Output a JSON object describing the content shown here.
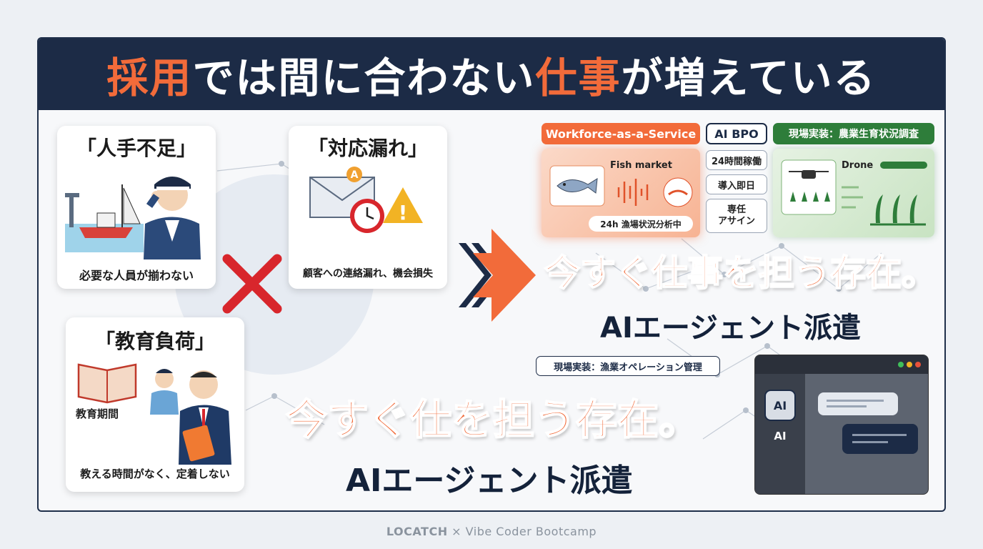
{
  "title": {
    "part1": "採用",
    "part2": "では間に合わない",
    "part3": "仕事",
    "part4": "が増えている"
  },
  "problems": [
    {
      "title": "「人手不足」",
      "caption": "必要な人員が揃わない"
    },
    {
      "title": "「対応漏れ」",
      "caption": "顧客への連絡漏れ、機会損失"
    },
    {
      "title": "「教育負荷」",
      "label": "教育期間",
      "caption": "教える時間がなく、定着しない"
    }
  ],
  "pills": {
    "waas": "Workforce-as-a-Service",
    "bpo": "AI BPO",
    "agri": "現場実装：農業生育状況調査",
    "fish": "現場実装：漁業オペレーション管理"
  },
  "fish_panel": {
    "title": "Fish market",
    "status": "24h 漁場状況分析中"
  },
  "bpo_tags": [
    "24時間稼働",
    "導入即日",
    "専任\nアサイン"
  ],
  "drone_panel": {
    "title": "Drone"
  },
  "headline1": {
    "main": "今すぐ仕事を担う存在。",
    "sub": "AIエージェント派遣"
  },
  "headline2": {
    "main": "今すぐ仕を担う存在。",
    "sub": "AIエージェント派遣"
  },
  "chat": {
    "icon_label": "AI",
    "caption": "AI"
  },
  "footer": {
    "brand": "LOCATCH",
    "rest": " × Vibe Coder Bootcamp"
  },
  "colors": {
    "navy": "#1c2b46",
    "orange": "#f26b3a",
    "green": "#2e7d3a",
    "red": "#d8262c"
  }
}
